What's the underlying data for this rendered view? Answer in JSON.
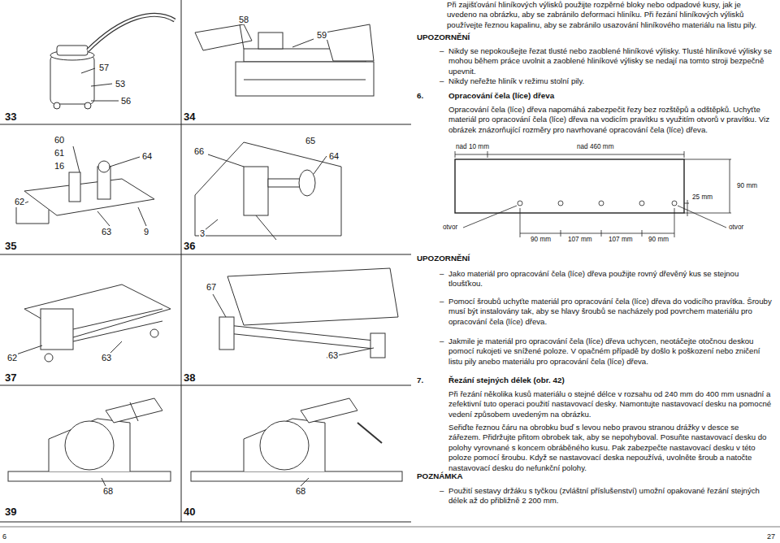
{
  "diagram": {
    "labels": [
      "57",
      "53",
      "56",
      "33",
      "58",
      "59",
      "34",
      "60",
      "61",
      "16",
      "64",
      "62",
      "63",
      "9",
      "35",
      "66",
      "65",
      "64",
      "3",
      "36",
      "62",
      "63",
      "37",
      "67",
      "63",
      "38",
      "68",
      "39",
      "68",
      "40",
      "6",
      "27",
      "Při zajišťování hliníkových výlisků použijte rozpěrné bloky nebo odpadové kusy, jak je uvedeno na obrázku, aby se zabránilo deformaci hliníku. Při řezání hliníkových výlisků používejte řeznou kapalinu, aby se zabránilo usazování hliníkového materiálu na listu pily.",
      "UPOZORNĚNÍ",
      "–",
      "Nikdy se nepokoušejte řezat tlusté nebo zaoblené hliníkové výlisky. Tlusté hliníkové výlisky se mohou během práce uvolnit a zaoblené hliníkové výlisky se nedají na tomto stroji bezpečně upevnit.",
      "–",
      "Nikdy neřežte hliník v režimu stolní pily.",
      "6.",
      "Opracování čela (líce) dřeva",
      "Opracování čela (líce) dřeva napomáhá zabezpečit řezy bez rozštěpů a odštěpků. Uchyťte materiál pro opracování čela (líce) dřeva na vodicím pravítku s využitím otvorů v pravítku. Viz obrázek znázorňující rozměry pro navrhované opracování čela (líce) dřeva.",
      "nad 10 mm",
      "nad 460 mm",
      "25 mm",
      "90 mm",
      "otvor",
      "otvor",
      "90 mm",
      "107 mm",
      "107 mm",
      "90 mm",
      "UPOZORNĚNÍ",
      "–",
      "Jako materiál pro opracování čela (líce) dřeva použijte rovný dřevěný kus se stejnou tloušťkou.",
      "–",
      "Pomocí šroubů uchyťte materiál pro opracování čela (líce) dřeva do vodicího pravítka. Šrouby musí být instalovány tak, aby se hlavy šroubů se nacházely pod povrchem materiálu pro opracování čela (líce) dřeva.",
      "–",
      "Jakmile je materiál pro opracování čela (líce) dřeva uchycen, neotáčejte otočnou deskou pomocí rukojeti ve snížené poloze. V opačném případě by došlo k poškození nebo zničení listu pily anebo materiálu pro opracování čela (líce) dřeva.",
      "7.",
      "Řezání stejných délek (obr. 42)",
      "Při řezání několika kusů materiálu o stejné délce v rozsahu od 240 mm do 400 mm usnadní a zefektivní tuto operaci použití nastavovací desky. Namontujte nastavovací desku na pomocné vedení způsobem uvedeným na obrázku.",
      "Seřiďte řeznou čáru na obrobku buď s levou nebo pravou stranou drážky v desce se zářezem. Přidržujte přitom obrobek tak, aby se nepohyboval. Posuňte nastavovací desku do polohy vyrovnané s koncem obráběného kusu. Pak zabezpečte nastavovací desku v této poloze pomocí šroubu. Když se nastavovací deska nepoužívá, uvolněte šroub a natočte nastavovací desku do nefunkční polohy.",
      "POZNÁMKA",
      "–",
      "Použití sestavy držáku s tyčkou (zvláštní příslušenství) umožní opakované řezání stejných délek až do přibližně 2 200 mm."
    ]
  }
}
